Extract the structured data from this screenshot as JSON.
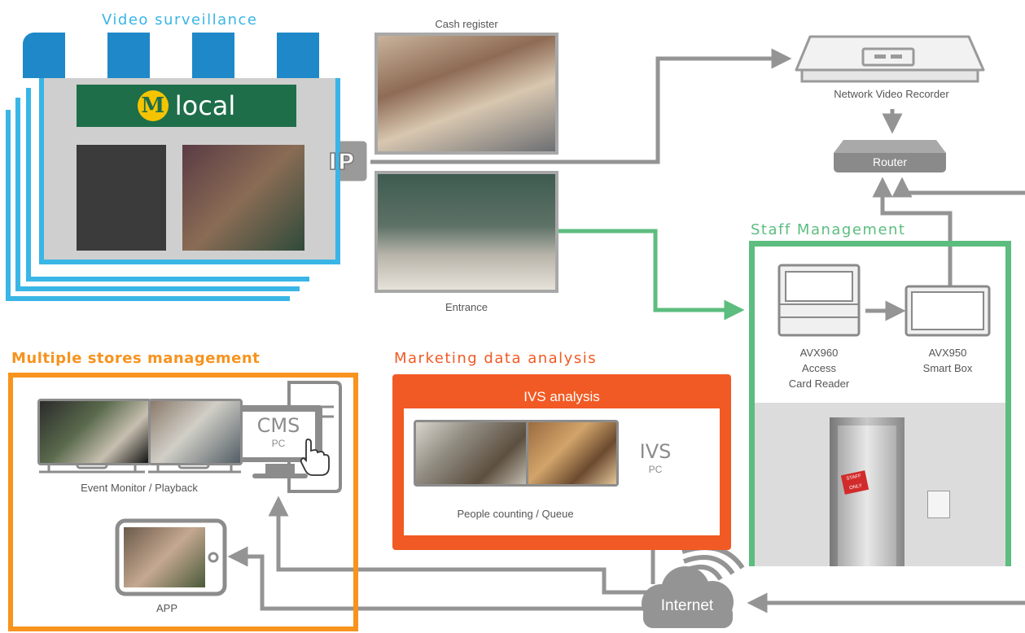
{
  "sections": {
    "video_surveillance": "Video surveillance",
    "staff_management": "Staff Management",
    "multiple_stores": "Multiple stores management",
    "marketing": "Marketing data analysis"
  },
  "store": {
    "sign_letter": "M",
    "sign_text": "local",
    "camera_label": "IP"
  },
  "cameras": {
    "cash_register": "Cash register",
    "entrance": "Entrance"
  },
  "network": {
    "nvr": "Network Video Recorder",
    "router": "Router",
    "internet": "Internet"
  },
  "staff": {
    "avx960_model": "AVX960",
    "avx960_line2": "Access",
    "avx960_line3": "Card Reader",
    "avx950_model": "AVX950",
    "avx950_line2": "Smart Box",
    "door_sign": "STAFF ONLY"
  },
  "multiple_stores": {
    "event_monitor": "Event Monitor / Playback",
    "cms": "CMS",
    "cms_pc": "PC",
    "app": "APP"
  },
  "marketing": {
    "ivs_analysis": "IVS analysis",
    "people_counting": "People counting / Queue",
    "ivs": "IVS",
    "ivs_pc": "PC"
  },
  "colors": {
    "blue": "#39b5e6",
    "green": "#5cbd7f",
    "orange": "#f7931e",
    "red_orange": "#f15a24",
    "gray": "#949494"
  }
}
